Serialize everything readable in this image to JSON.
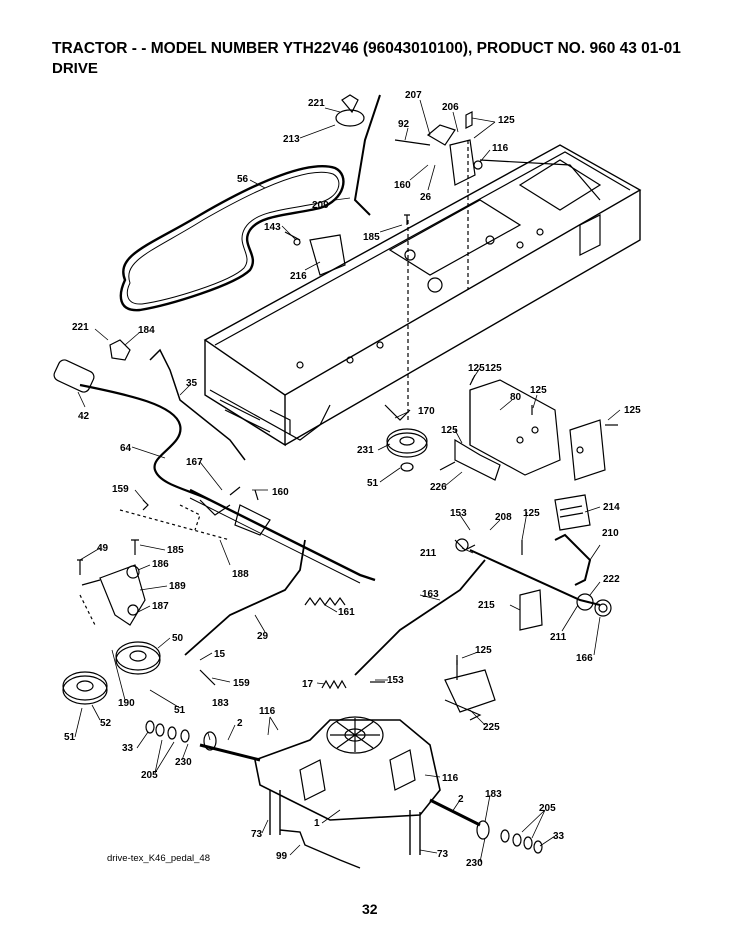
{
  "header": {
    "title": "TRACTOR - - MODEL NUMBER YTH22V46 (96043010100), PRODUCT NO. 960 43 01-01",
    "subtitle": "DRIVE"
  },
  "footer": {
    "drawing_code": "drive-tex_K46_pedal_48",
    "page_number": "32"
  },
  "callouts": [
    "221",
    "213",
    "207",
    "206",
    "92",
    "125",
    "116",
    "56",
    "160",
    "26",
    "209",
    "185",
    "143",
    "216",
    "221",
    "184",
    "35",
    "42",
    "64",
    "167",
    "159",
    "160",
    "125",
    "125",
    "80",
    "170",
    "125",
    "125",
    "231",
    "51",
    "226",
    "49",
    "185",
    "186",
    "189",
    "187",
    "188",
    "214",
    "153",
    "208",
    "125",
    "210",
    "211",
    "222",
    "161",
    "163",
    "215",
    "29",
    "50",
    "15",
    "159",
    "125",
    "211",
    "166",
    "17",
    "153",
    "52",
    "190",
    "51",
    "183",
    "2",
    "116",
    "33",
    "205",
    "230",
    "116",
    "225",
    "183",
    "205",
    "33",
    "73",
    "1",
    "99",
    "73",
    "230",
    "51",
    "125",
    "2"
  ]
}
